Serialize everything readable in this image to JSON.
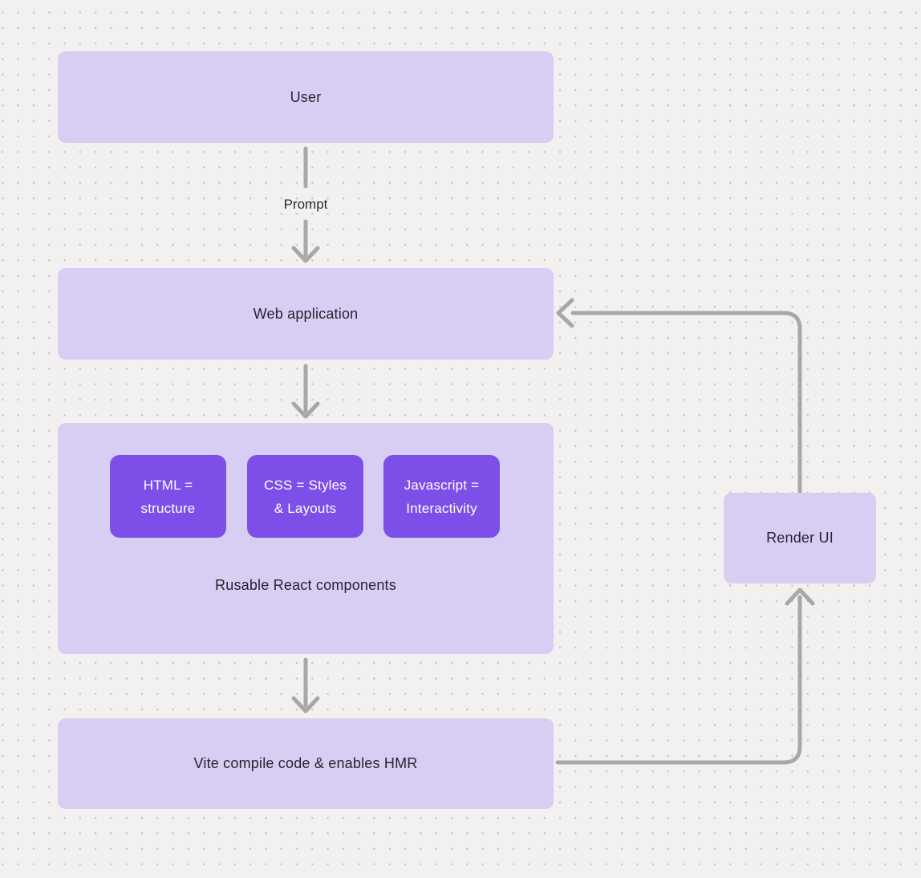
{
  "diagram": {
    "title_hint": "web-app generation flow",
    "nodes": {
      "user": {
        "label": "User"
      },
      "web_application": {
        "label": "Web application"
      },
      "components_group": {
        "caption": "Rusable React components",
        "chips": [
          {
            "line1": "HTML =",
            "line2": "structure"
          },
          {
            "line1": "CSS = Styles",
            "line2": "& Layouts"
          },
          {
            "line1": "Javascript =",
            "line2": "Interactivity"
          }
        ]
      },
      "vite": {
        "label": "Vite compile code & enables HMR"
      },
      "render_ui": {
        "label": "Render UI"
      }
    },
    "edges": {
      "prompt_label": "Prompt"
    },
    "colors": {
      "background": "#f2f1ef",
      "dot": "#c9c7c4",
      "node_fill": "#d8cdf3",
      "chip_fill": "#7c50e8",
      "chip_text": "#ffffff",
      "node_text": "#272333",
      "arrow": "#a9a8a7"
    }
  }
}
